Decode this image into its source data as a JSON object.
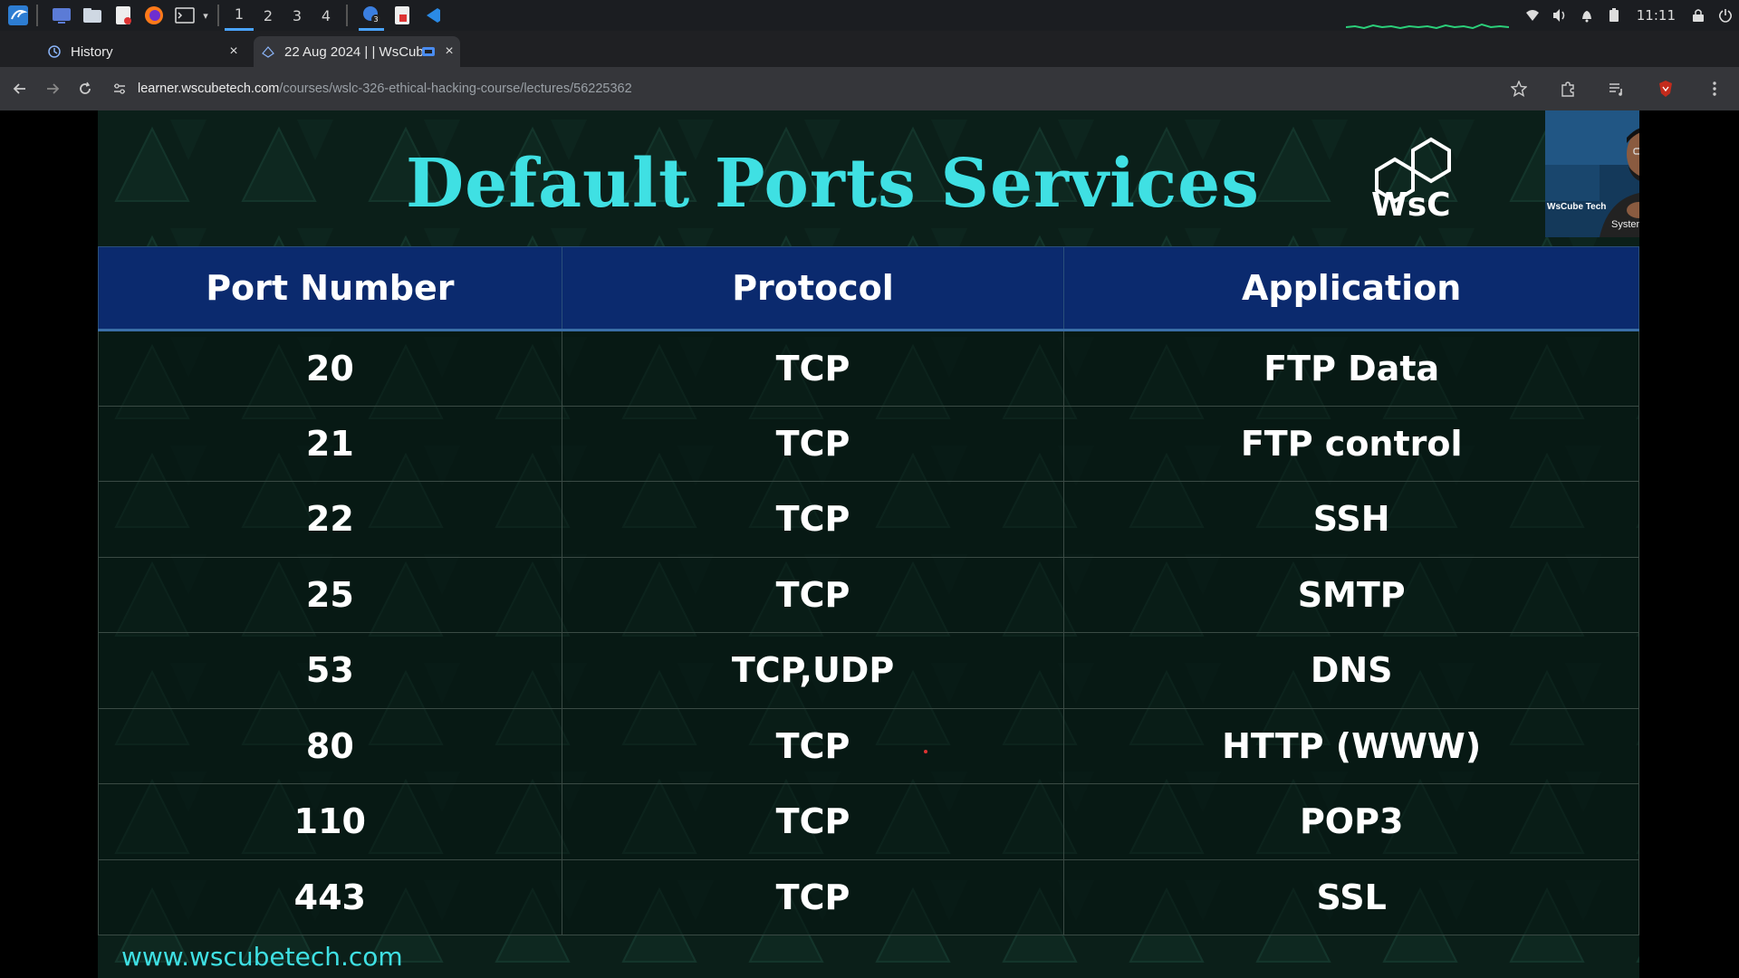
{
  "taskbar": {
    "workspaces": [
      "1",
      "2",
      "3",
      "4"
    ],
    "active_workspace": "1",
    "clock": "11:11",
    "icons": [
      "kali-menu-icon",
      "desktop-icon",
      "file-manager-icon",
      "text-editor-icon",
      "firefox-icon",
      "terminal-icon",
      "chevron-down-icon",
      "browser-task-icon",
      "pdf-icon",
      "vscode-icon"
    ],
    "tray_icons": [
      "wifi-icon",
      "volume-icon",
      "bell-icon",
      "battery-icon",
      "lock-icon",
      "power-icon"
    ]
  },
  "browser": {
    "tabs": [
      {
        "label": "History",
        "close": "×"
      },
      {
        "label": "22 Aug 2024 | | WsCub",
        "close": "×"
      }
    ],
    "new_tab": "+",
    "url_host": "learner.wscubetech.com",
    "url_path": "/courses/wslc-326-ethical-hacking-course/lectures/56225362"
  },
  "slide": {
    "title": "Default Ports Services",
    "logo_text": "WsC",
    "footer": "www.wscubetech.com",
    "table": {
      "headers": [
        "Port Number",
        "Protocol",
        "Application"
      ],
      "rows": [
        [
          "20",
          "TCP",
          "FTP Data"
        ],
        [
          "21",
          "TCP",
          "FTP control"
        ],
        [
          "22",
          "TCP",
          "SSH"
        ],
        [
          "25",
          "TCP",
          "SMTP"
        ],
        [
          "53",
          "TCP,UDP",
          "DNS"
        ],
        [
          "80",
          "TCP",
          "HTTP (WWW)"
        ],
        [
          "110",
          "TCP",
          "POP3"
        ],
        [
          "443",
          "TCP",
          "SSL"
        ]
      ]
    }
  },
  "webcam": {
    "name": "WsCube Tech",
    "tagline": "System For Satisfaction"
  },
  "colors": {
    "title": "#3fe0e3",
    "header_bg": "#0b2a6e",
    "slide_bg": "#0b1f19",
    "footer": "#3fe0e3"
  }
}
